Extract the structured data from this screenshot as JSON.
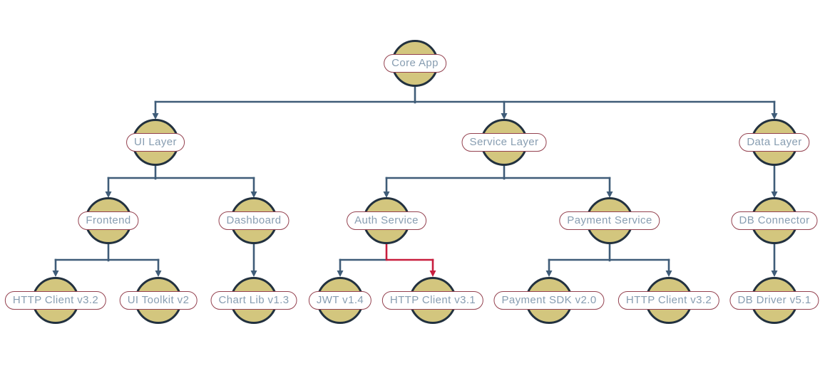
{
  "colors": {
    "node_fill": "#d3c67e",
    "node_border": "#22313f",
    "edge": "#3f5c78",
    "edge_highlight": "#c81e3e",
    "label_border": "#94414f",
    "label_bg": "#ffffff",
    "label_text": "#879db1"
  },
  "nodes": [
    {
      "id": "core-app",
      "label": "Core App",
      "level": 1,
      "parent": null
    },
    {
      "id": "ui-layer",
      "label": "UI Layer",
      "level": 2,
      "parent": "Core App"
    },
    {
      "id": "service-layer",
      "label": "Service Layer",
      "level": 2,
      "parent": "Core App"
    },
    {
      "id": "data-layer",
      "label": "Data Layer",
      "level": 2,
      "parent": "Core App"
    },
    {
      "id": "frontend",
      "label": "Frontend",
      "level": 3,
      "parent": "UI Layer"
    },
    {
      "id": "dashboard",
      "label": "Dashboard",
      "level": 3,
      "parent": "UI Layer"
    },
    {
      "id": "auth-service",
      "label": "Auth Service",
      "level": 3,
      "parent": "Service Layer"
    },
    {
      "id": "payment-service",
      "label": "Payment Service",
      "level": 3,
      "parent": "Service Layer"
    },
    {
      "id": "db-connector",
      "label": "DB Connector",
      "level": 3,
      "parent": "Data Layer"
    },
    {
      "id": "http-client-v32-a",
      "label": "HTTP Client v3.2",
      "level": 4,
      "parent": "Frontend"
    },
    {
      "id": "ui-toolkit-v2",
      "label": "UI Toolkit v2",
      "level": 4,
      "parent": "Frontend"
    },
    {
      "id": "chart-lib-v13",
      "label": "Chart Lib v1.3",
      "level": 4,
      "parent": "Dashboard"
    },
    {
      "id": "jwt-v14",
      "label": "JWT v1.4",
      "level": 4,
      "parent": "Auth Service"
    },
    {
      "id": "http-client-v31",
      "label": "HTTP Client v3.1",
      "level": 4,
      "parent": "Auth Service"
    },
    {
      "id": "payment-sdk-v20",
      "label": "Payment SDK v2.0",
      "level": 4,
      "parent": "Payment Service"
    },
    {
      "id": "http-client-v32-b",
      "label": "HTTP Client v3.2",
      "level": 4,
      "parent": "Payment Service"
    },
    {
      "id": "db-driver-v51",
      "label": "DB Driver v5.1",
      "level": 4,
      "parent": "DB Connector"
    }
  ],
  "edges": [
    {
      "from": "Core App",
      "to": "UI Layer",
      "style": "normal"
    },
    {
      "from": "Core App",
      "to": "Service Layer",
      "style": "normal"
    },
    {
      "from": "Core App",
      "to": "Data Layer",
      "style": "normal"
    },
    {
      "from": "UI Layer",
      "to": "Frontend",
      "style": "normal"
    },
    {
      "from": "UI Layer",
      "to": "Dashboard",
      "style": "normal"
    },
    {
      "from": "Service Layer",
      "to": "Auth Service",
      "style": "normal"
    },
    {
      "from": "Service Layer",
      "to": "Payment Service",
      "style": "normal"
    },
    {
      "from": "Data Layer",
      "to": "DB Connector",
      "style": "normal"
    },
    {
      "from": "Frontend",
      "to": "HTTP Client v3.2",
      "style": "normal"
    },
    {
      "from": "Frontend",
      "to": "UI Toolkit v2",
      "style": "normal"
    },
    {
      "from": "Dashboard",
      "to": "Chart Lib v1.3",
      "style": "normal"
    },
    {
      "from": "Auth Service",
      "to": "JWT v1.4",
      "style": "normal"
    },
    {
      "from": "Auth Service",
      "to": "HTTP Client v3.1",
      "style": "highlight"
    },
    {
      "from": "Payment Service",
      "to": "Payment SDK v2.0",
      "style": "normal"
    },
    {
      "from": "Payment Service",
      "to": "HTTP Client v3.2",
      "style": "normal"
    },
    {
      "from": "DB Connector",
      "to": "DB Driver v5.1",
      "style": "normal"
    }
  ]
}
